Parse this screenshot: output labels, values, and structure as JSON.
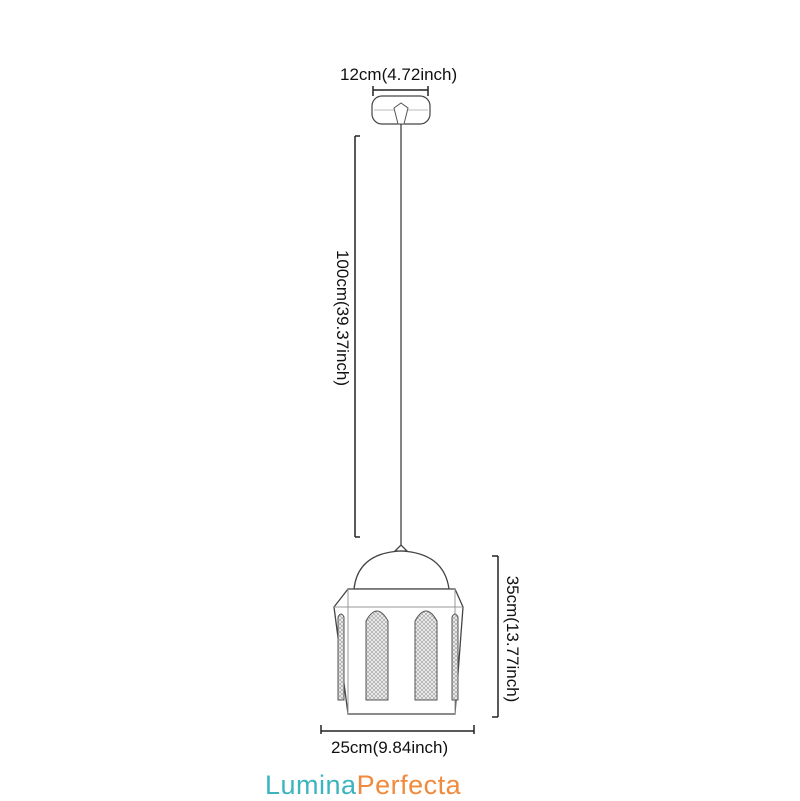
{
  "dimensions": {
    "canopy_width": "12cm(4.72inch)",
    "cord_length": "100cm(39.37inch)",
    "shade_height": "35cm(13.77inch)",
    "shade_width": "25cm(9.84inch)"
  },
  "brand": {
    "part1": "Lumina",
    "part2": "Perfecta"
  },
  "colors": {
    "brand_teal": "#3bb4bd",
    "brand_orange": "#f08a3c",
    "line": "#222222"
  }
}
